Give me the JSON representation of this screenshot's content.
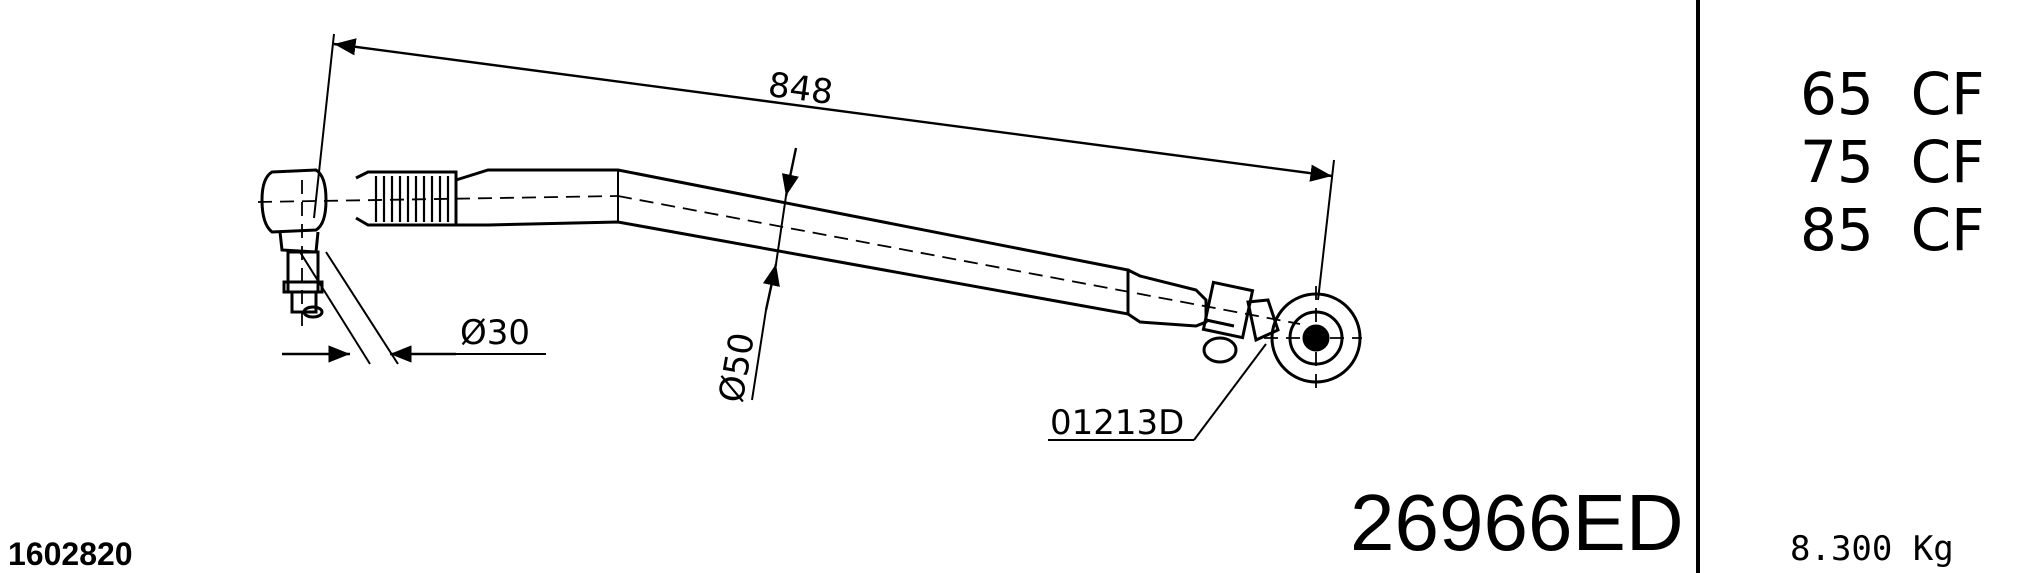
{
  "drawing": {
    "dimension_length": "848",
    "diameter_small": "Ø30",
    "diameter_large": "Ø50",
    "clamp_part": "01213D",
    "part_number": "26966ED",
    "reference_number": "1602820"
  },
  "side_panel": {
    "models": [
      "65  CF",
      "75  CF",
      "85  CF"
    ],
    "weight": "8.300 Kg"
  }
}
